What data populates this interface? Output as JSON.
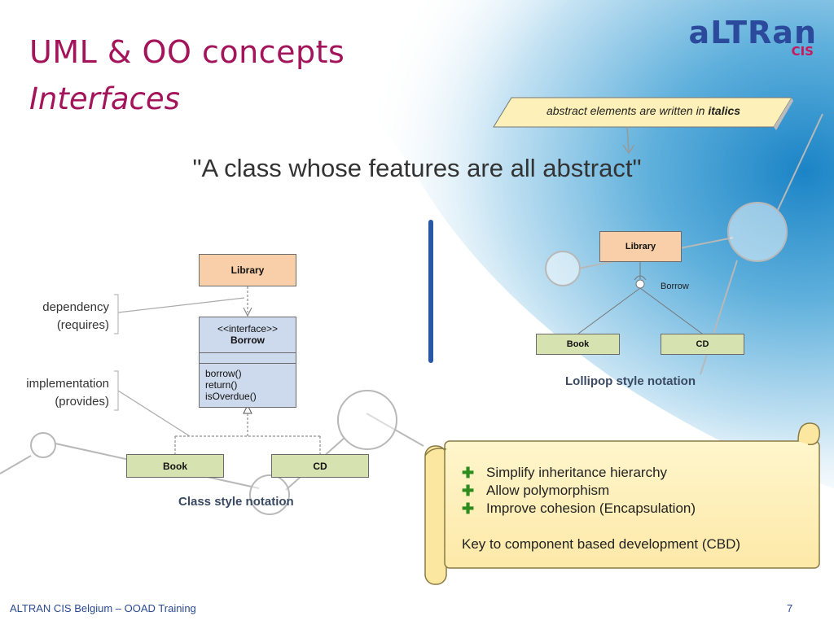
{
  "slide": {
    "title": "UML & OO concepts",
    "subtitle": "Interfaces",
    "quote": "\"A class whose features are all abstract\"",
    "note": {
      "prefix": "abstract elements are written in ",
      "emph": "italics"
    },
    "logo": {
      "main": "aLTRan",
      "sub": "CIS"
    },
    "colors": {
      "title": "#a3145a",
      "logo": "#2c4a9b",
      "accent_bar": "#2a56a8",
      "plus": "#2e8c1f"
    }
  },
  "class_diagram": {
    "library": "Library",
    "interface_stereotype": "<<interface>>",
    "interface_name": "Borrow",
    "operations": [
      "borrow()",
      "return()",
      "isOverdue()"
    ],
    "book": "Book",
    "cd": "CD",
    "dependency_label": "dependency",
    "requires_label": "(requires)",
    "implementation_label": "implementation",
    "provides_label": "(provides)",
    "caption": "Class style notation"
  },
  "lollipop_diagram": {
    "library": "Library",
    "interface_name": "Borrow",
    "book": "Book",
    "cd": "CD",
    "caption": "Lollipop style notation"
  },
  "benefits": {
    "items": [
      "Simplify inheritance hierarchy",
      "Allow polymorphism",
      "Improve cohesion (Encapsulation)"
    ],
    "conclusion": "Key to component based development (CBD)"
  },
  "footer": {
    "text": "ALTRAN CIS Belgium – OOAD Training",
    "page": "7"
  }
}
